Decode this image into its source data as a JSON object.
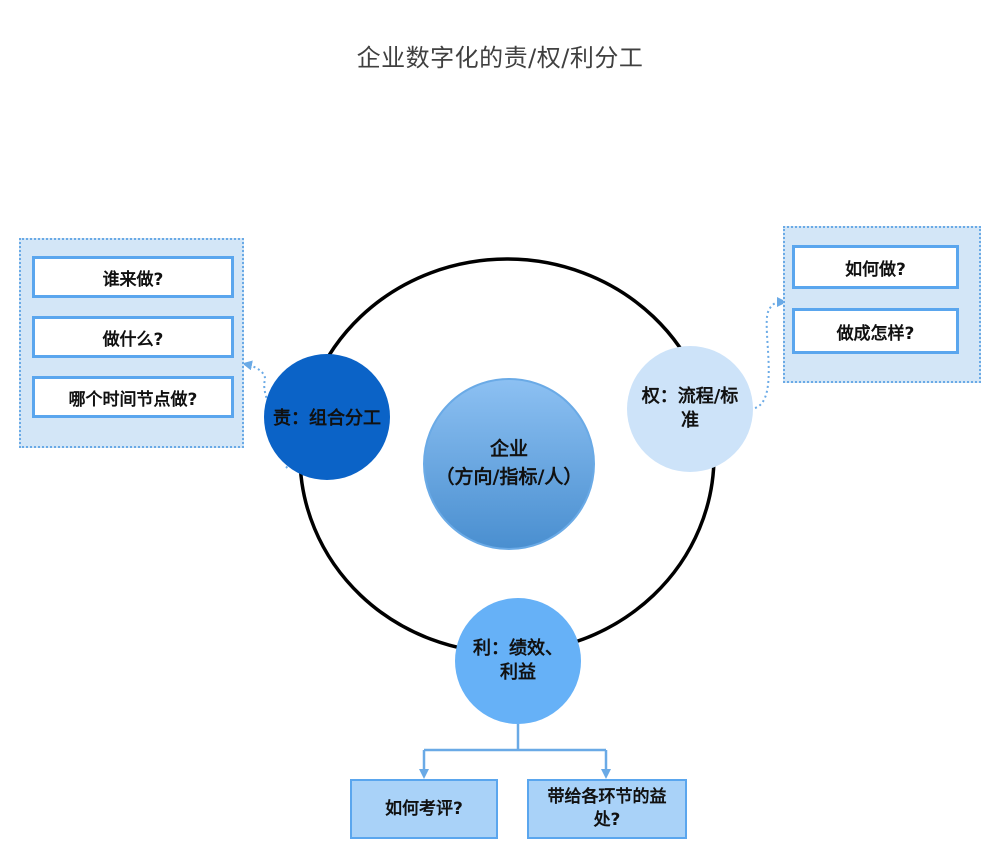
{
  "title": "企业数字化的责/权/利分工",
  "center": {
    "line1": "企业",
    "line2": "（方向/指标/人）"
  },
  "responsibility": {
    "label": "责：组合分工",
    "questions": [
      "谁来做?",
      "做什么?",
      "哪个时间节点做?"
    ]
  },
  "authority": {
    "label": "权：流程/标准",
    "questions": [
      "如何做?",
      "做成怎样?"
    ]
  },
  "benefit": {
    "label": "利：绩效、利益",
    "questions": [
      "如何考评?",
      "带给各环节的益处?"
    ]
  },
  "colors": {
    "responsibility": "#0b63c7",
    "authority": "#cde3f9",
    "benefit": "#66b1f7",
    "center_top": "#8cc0f2",
    "center_bottom": "#4a8fd0",
    "panel_fill": "#d3e6f7",
    "box_border": "#5aa6ee",
    "ring": "#000000"
  }
}
